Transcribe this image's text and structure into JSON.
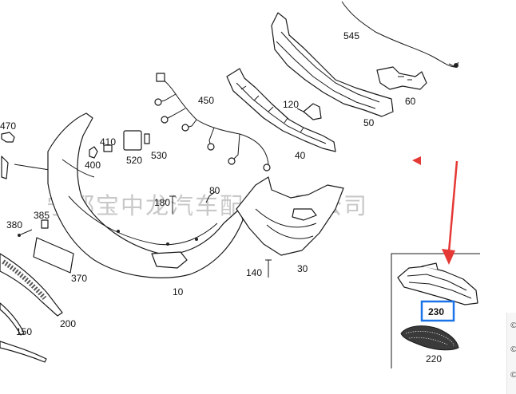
{
  "watermark": "宁都宝中龙汽车配件有限公司",
  "labels": {
    "p470": "470",
    "p545": "545",
    "p450": "450",
    "p410": "410",
    "p400": "400",
    "p520": "520",
    "p530": "530",
    "p120": "120",
    "p60": "60",
    "p50": "50",
    "p40": "40",
    "p180": "180",
    "p80": "80",
    "p380": "380",
    "p385": "385",
    "p370": "370",
    "p10": "10",
    "p140": "140",
    "p30": "30",
    "p150": "150",
    "p200": "200",
    "p230": "230",
    "p220": "220"
  },
  "highlight": {
    "box_color": "#1a73e8",
    "arrow_color": "#e53935",
    "marker_color": "#e53935"
  },
  "side_panel": {
    "glyphs": [
      "©",
      "©",
      "©"
    ]
  }
}
